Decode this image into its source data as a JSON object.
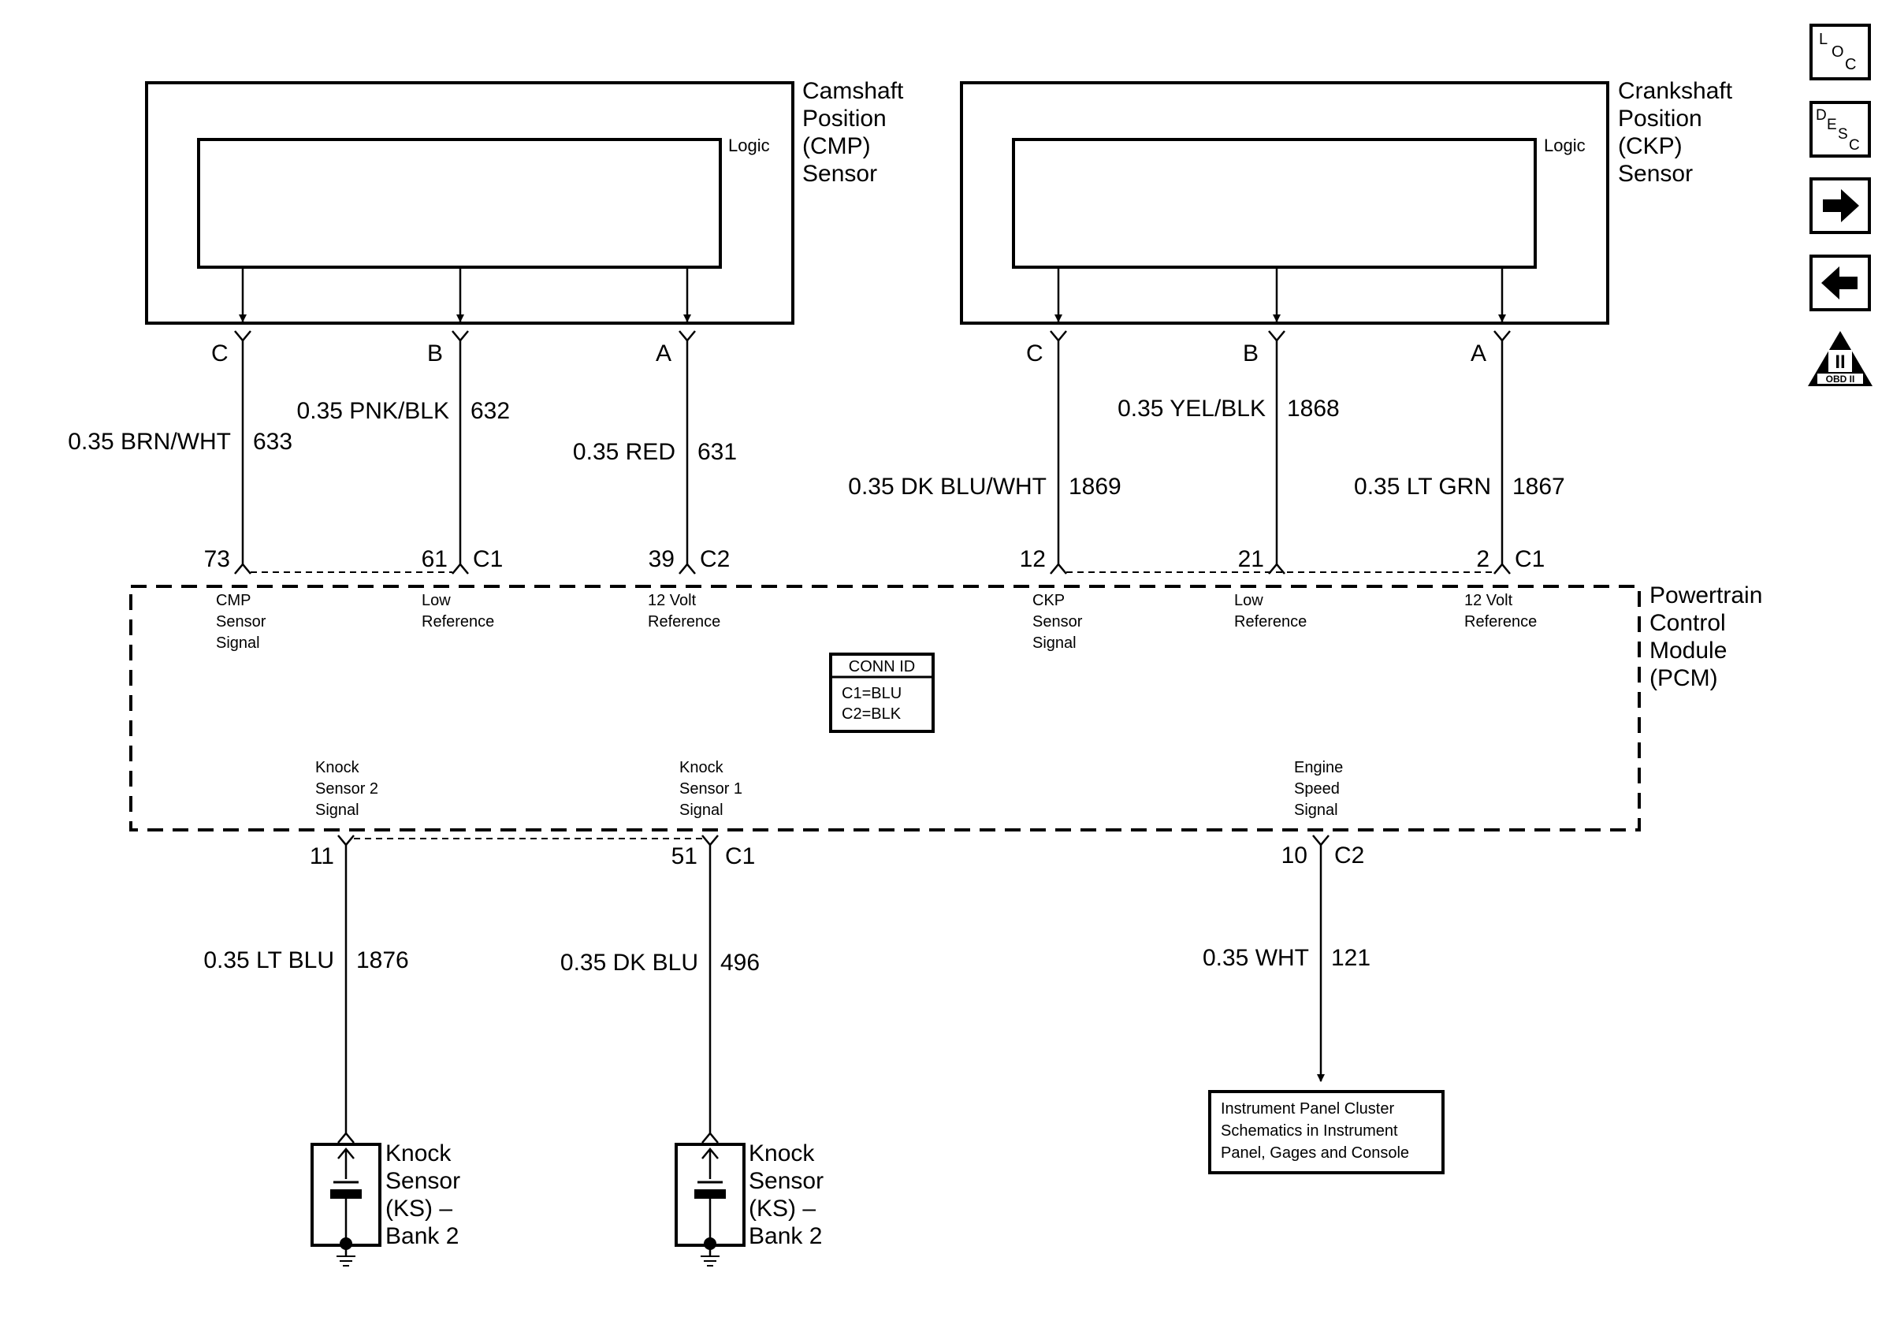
{
  "cmp": {
    "title": [
      "Camshaft",
      "Position",
      "(CMP)",
      "Sensor"
    ],
    "logic": "Logic",
    "pins": [
      "C",
      "B",
      "A"
    ]
  },
  "ckp": {
    "title": [
      "Crankshaft",
      "Position",
      "(CKP)",
      "Sensor"
    ],
    "logic": "Logic",
    "pins": [
      "C",
      "B",
      "A"
    ]
  },
  "wires_top": [
    {
      "label": "0.35 BRN/WHT",
      "circuit": "633"
    },
    {
      "label": "0.35 PNK/BLK",
      "circuit": "632"
    },
    {
      "label": "0.35 RED",
      "circuit": "631"
    },
    {
      "label": "0.35 DK BLU/WHT",
      "circuit": "1869"
    },
    {
      "label": "0.35 YEL/BLK",
      "circuit": "1868"
    },
    {
      "label": "0.35 LT GRN",
      "circuit": "1867"
    }
  ],
  "pcm_pins_top": [
    "73",
    "61",
    "39",
    "12",
    "21",
    "2"
  ],
  "connectors_top": [
    "C1",
    "C2",
    "C1"
  ],
  "pcm_signals_top": [
    [
      "CMP",
      "Sensor",
      "Signal"
    ],
    [
      "Low",
      "Reference"
    ],
    [
      "12 Volt",
      "Reference"
    ],
    [
      "CKP",
      "Sensor",
      "Signal"
    ],
    [
      "Low",
      "Reference"
    ],
    [
      "12 Volt",
      "Reference"
    ]
  ],
  "pcm": {
    "title": [
      "Powertrain",
      "Control",
      "Module",
      "(PCM)"
    ],
    "conn_id": {
      "header": "CONN ID",
      "lines": [
        "C1=BLU",
        "C2=BLK"
      ]
    }
  },
  "pcm_signals_bottom": [
    [
      "Knock",
      "Sensor 2",
      "Signal"
    ],
    [
      "Knock",
      "Sensor 1",
      "Signal"
    ],
    [
      "Engine",
      "Speed",
      "Signal"
    ]
  ],
  "pcm_pins_bottom": [
    "11",
    "51",
    "10"
  ],
  "connectors_bottom": [
    "C1",
    "C2"
  ],
  "wires_bottom": [
    {
      "label": "0.35 LT BLU",
      "circuit": "1876"
    },
    {
      "label": "0.35 DK BLU",
      "circuit": "496"
    },
    {
      "label": "0.35 WHT",
      "circuit": "121"
    }
  ],
  "knock_sensors": [
    [
      "Knock",
      "Sensor",
      "(KS) –",
      "Bank 2"
    ],
    [
      "Knock",
      "Sensor",
      "(KS) –",
      "Bank 2"
    ]
  ],
  "ipc_box": [
    "Instrument Panel Cluster",
    "Schematics in Instrument",
    "Panel, Gages and Console"
  ],
  "side_buttons": {
    "loc": [
      "L",
      "O",
      "C"
    ],
    "desc": [
      "D",
      "E",
      "S",
      "C"
    ],
    "next_icon": "arrow-right-icon",
    "prev_icon": "arrow-left-icon",
    "obd": {
      "roman": "II",
      "label": "OBD II"
    }
  }
}
